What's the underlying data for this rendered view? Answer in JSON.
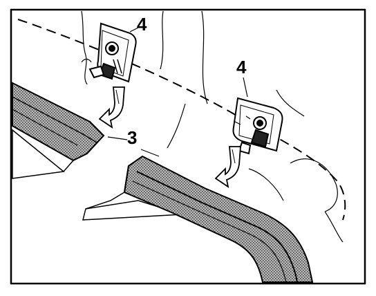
{
  "callouts": {
    "bracket_left": "4",
    "bracket_right": "4",
    "seal": "3"
  },
  "colors": {
    "ink": "#000000",
    "paper": "#ffffff",
    "seal_shade": "#8a8a8a"
  }
}
